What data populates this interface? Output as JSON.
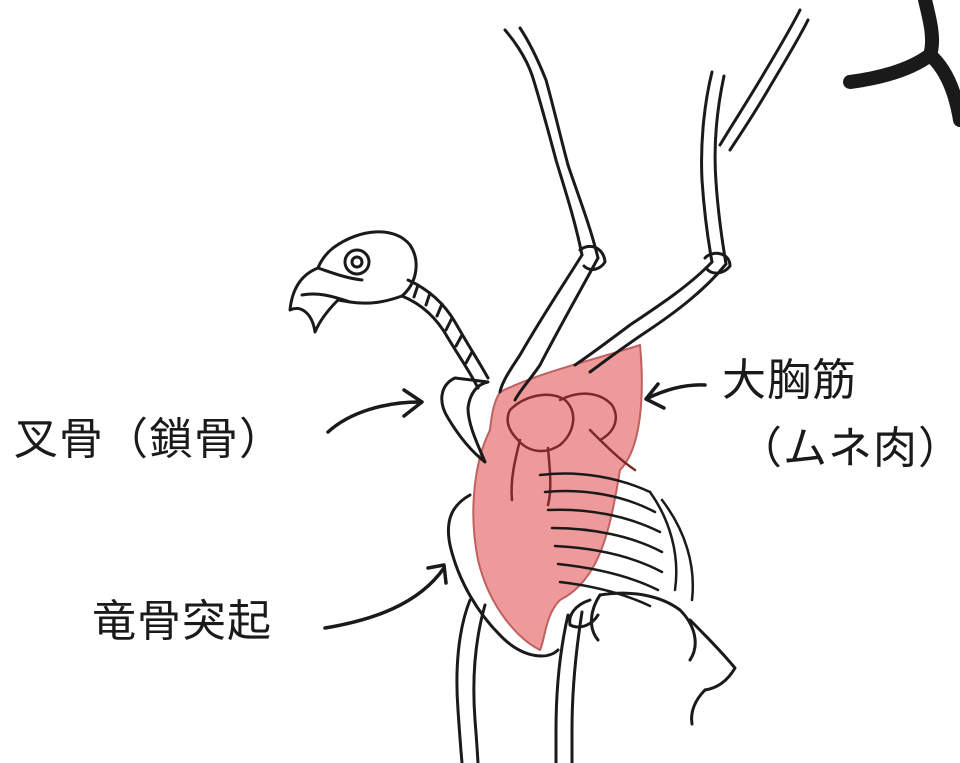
{
  "labels": {
    "furcula": "叉骨（鎖骨）",
    "keel": "竜骨突起",
    "pectoral": "大胸筋",
    "breast_meat": "（ムネ肉）"
  },
  "colors": {
    "muscle": "#ef9a9a",
    "line": "#1a1a1a",
    "background": "#ffffff"
  }
}
